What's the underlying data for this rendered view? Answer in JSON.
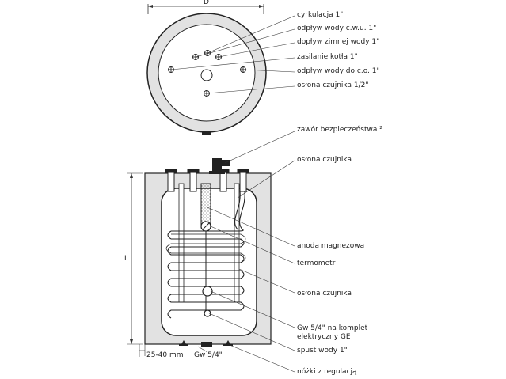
{
  "dimensions": {
    "diameter": "D",
    "length": "L",
    "clearance": "25-40 mm",
    "drain_thread": "Gw 5/4\""
  },
  "labels": {
    "cyrkulacja": "cyrkulacja 1\"",
    "odplyw_cwu": "odpływ wody c.w.u. 1\"",
    "doplyw_zimnej": "dopływ zimnej wody 1\"",
    "zasilanie_kotla": "zasilanie kotła 1\"",
    "odplyw_co": "odpływ wody do c.o. 1\"",
    "oslona_czujnika_top": "osłona czujnika 1/2\"",
    "zawor": "zawór bezpieczeństwa ²",
    "oslona_czujnika_1": "osłona czujnika",
    "anoda": "anoda magnezowa",
    "termometr": "termometr",
    "oslona_czujnika_2": "osłona czujnika",
    "gw_komplet_1": "Gw 5/4\" na komplet",
    "gw_komplet_2": "elektryczny GE",
    "spust": "spust wody 1\"",
    "nozki": "nóżki z regulacją"
  }
}
